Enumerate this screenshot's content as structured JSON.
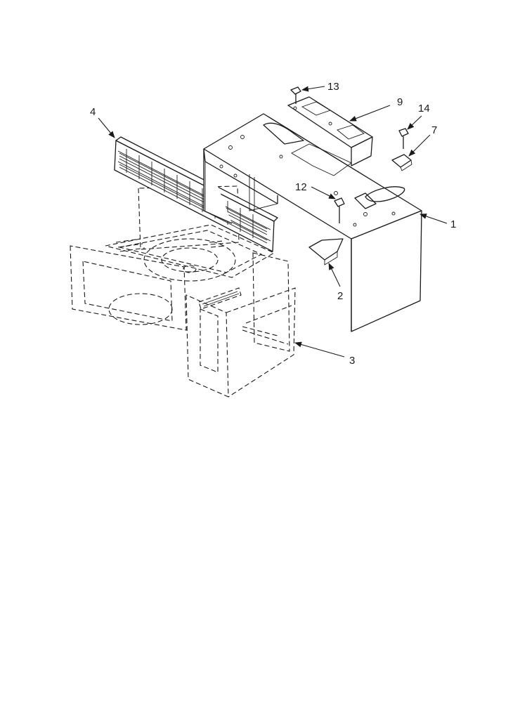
{
  "diagram": {
    "callouts": [
      {
        "id": "c1",
        "text": "1"
      },
      {
        "id": "c2",
        "text": "2"
      },
      {
        "id": "c3",
        "text": "3"
      },
      {
        "id": "c4",
        "text": "4"
      },
      {
        "id": "c7",
        "text": "7"
      },
      {
        "id": "c9",
        "text": "9"
      },
      {
        "id": "c12",
        "text": "12"
      },
      {
        "id": "c13",
        "text": "13"
      },
      {
        "id": "c14",
        "text": "14"
      }
    ]
  }
}
